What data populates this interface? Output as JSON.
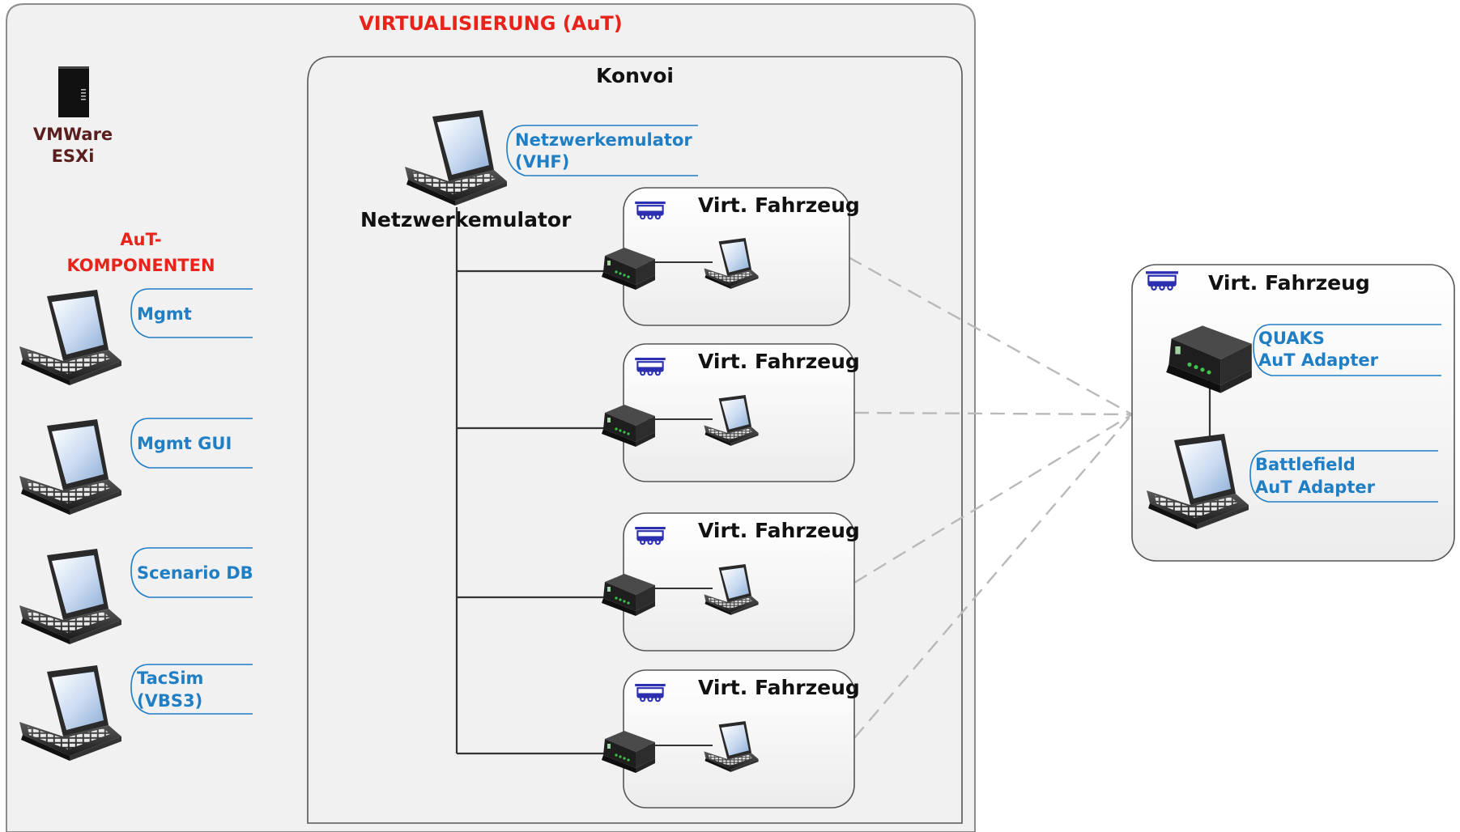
{
  "diagram": {
    "title": "VIRTUALISIERUNG (AuT)",
    "esxi": {
      "line1": "VMWare",
      "line2": "ESXi"
    },
    "aut_components": {
      "heading_line1": "AuT-",
      "heading_line2": "KOMPONENTEN",
      "items": [
        {
          "line1": "Mgmt",
          "line2": ""
        },
        {
          "line1": "Mgmt GUI",
          "line2": ""
        },
        {
          "line1": "Scenario DB",
          "line2": ""
        },
        {
          "line1": "TacSim",
          "line2": "(VBS3)"
        }
      ]
    },
    "konvoi": {
      "title": "Konvoi",
      "emulator_label": "Netzwerkemulator",
      "emulator_callout_line1": "Netzwerkemulator",
      "emulator_callout_line2": "(VHF)",
      "vehicles": [
        {
          "title": "Virt. Fahrzeug"
        },
        {
          "title": "Virt. Fahrzeug"
        },
        {
          "title": "Virt. Fahrzeug"
        },
        {
          "title": "Virt. Fahrzeug"
        }
      ]
    },
    "external_vehicle": {
      "title": "Virt. Fahrzeug",
      "adapter1_line1": "QUAKS",
      "adapter1_line2": "AuT Adapter",
      "adapter2_line1": "Battlefield",
      "adapter2_line2": "AuT Adapter"
    },
    "colors": {
      "title_red": "#e8231a",
      "callout_blue": "#1f7ec4",
      "vehicle_icon_blue": "#2b2fb0",
      "panel_fill": "#f1f1f1",
      "dashed_gray": "#b9b9b9"
    }
  }
}
